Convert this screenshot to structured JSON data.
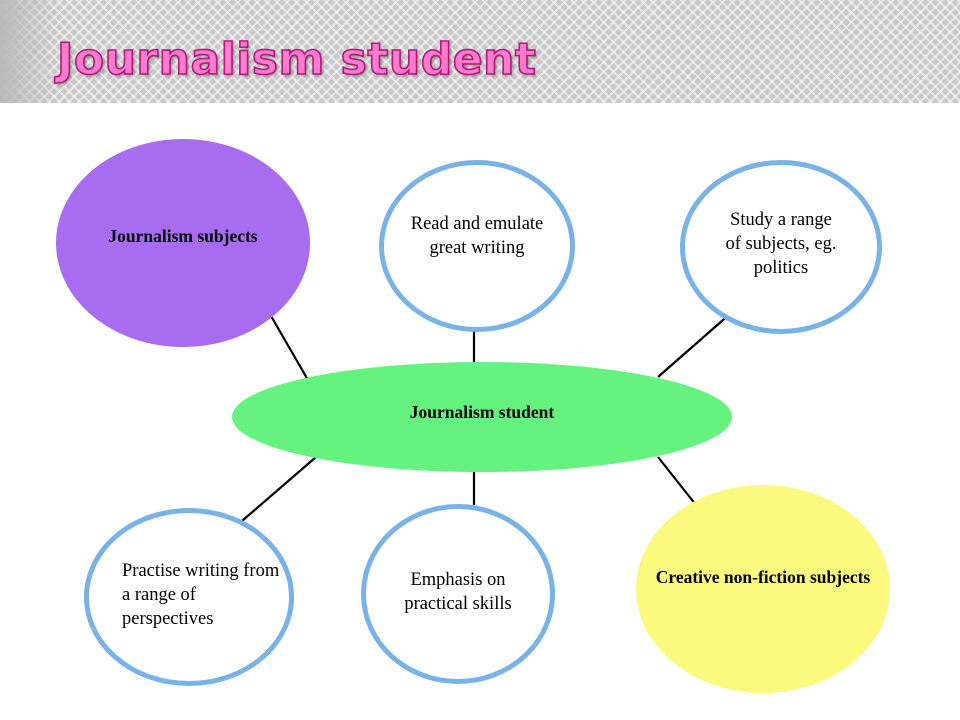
{
  "slide": {
    "title": "Journalism student"
  },
  "diagram": {
    "center": {
      "label": "Journalism student",
      "color": "#66f27e"
    },
    "nodes": {
      "journalism_subjects": {
        "label": "Journalism subjects",
        "color": "#a86cf0"
      },
      "read_emulate": {
        "label": "Read and emulate great writing"
      },
      "study_range": {
        "label": "Study a range of subjects, eg. politics"
      },
      "practise_writing": {
        "label": "Practise writing from a range of perspectives"
      },
      "practical_skills": {
        "label": "Emphasis on practical skills"
      },
      "creative_nonfiction": {
        "label": "Creative non-fiction subjects",
        "color": "#fafa7f"
      }
    },
    "ring_color": "#79b2e6",
    "connector_color": "#000000"
  }
}
